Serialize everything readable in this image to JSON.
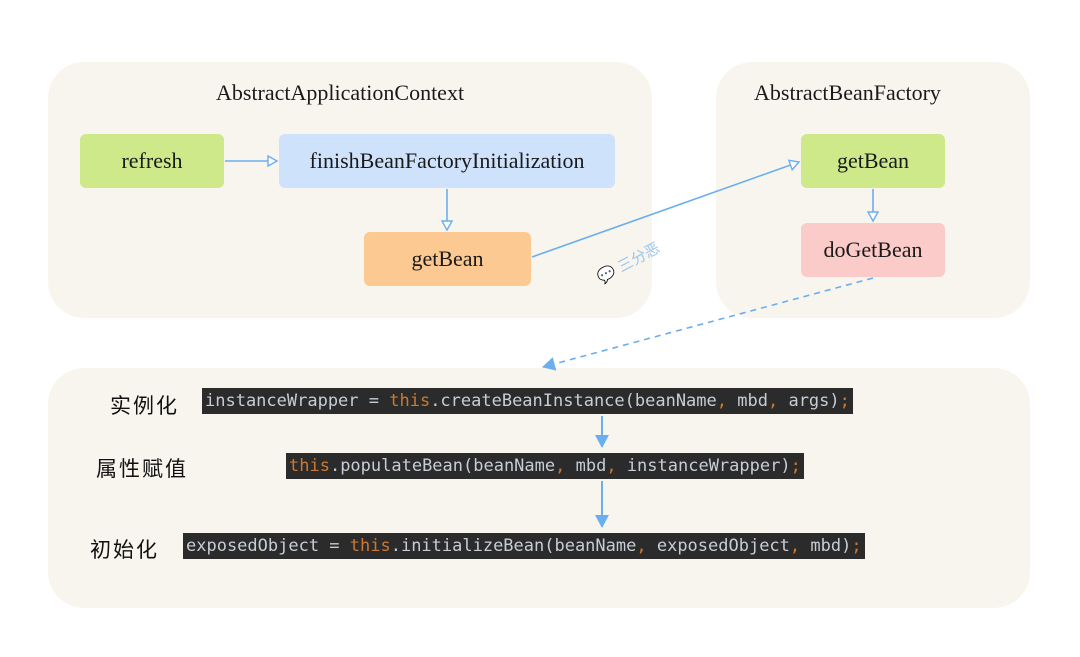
{
  "panels": {
    "app_context": {
      "title": "AbstractApplicationContext"
    },
    "bean_factory": {
      "title": "AbstractBeanFactory"
    }
  },
  "nodes": {
    "refresh": "refresh",
    "finish_init": "finishBeanFactoryInitialization",
    "get_bean_ctx": "getBean",
    "get_bean_factory": "getBean",
    "do_get_bean": "doGetBean"
  },
  "stages": {
    "instantiate": {
      "label": "实例化",
      "code": [
        {
          "t": "instanceWrapper = ",
          "k": "plain"
        },
        {
          "t": "this",
          "k": "kw"
        },
        {
          "t": ".createBeanInstance(beanName",
          "k": "plain"
        },
        {
          "t": ",",
          "k": "punc"
        },
        {
          "t": " mbd",
          "k": "plain"
        },
        {
          "t": ",",
          "k": "punc"
        },
        {
          "t": " args)",
          "k": "plain"
        },
        {
          "t": ";",
          "k": "punc"
        }
      ]
    },
    "populate": {
      "label": "属性赋值",
      "code": [
        {
          "t": "this",
          "k": "kw"
        },
        {
          "t": ".populateBean(beanName",
          "k": "plain"
        },
        {
          "t": ",",
          "k": "punc"
        },
        {
          "t": " mbd",
          "k": "plain"
        },
        {
          "t": ",",
          "k": "punc"
        },
        {
          "t": " instanceWrapper)",
          "k": "plain"
        },
        {
          "t": ";",
          "k": "punc"
        }
      ]
    },
    "initialize": {
      "label": "初始化",
      "code": [
        {
          "t": "exposedObject = ",
          "k": "plain"
        },
        {
          "t": "this",
          "k": "kw"
        },
        {
          "t": ".initializeBean(beanName",
          "k": "plain"
        },
        {
          "t": ",",
          "k": "punc"
        },
        {
          "t": " exposedObject",
          "k": "plain"
        },
        {
          "t": ",",
          "k": "punc"
        },
        {
          "t": " mbd)",
          "k": "plain"
        },
        {
          "t": ";",
          "k": "punc"
        }
      ]
    }
  },
  "watermark": "三分恶",
  "colors": {
    "green": "#cde98a",
    "blue": "#cfe2fb",
    "orange": "#fcc992",
    "pink": "#fbcbc9",
    "arrow": "#6aaef0",
    "panel": "#f8f5ee",
    "code_bg": "#2b2b2b",
    "keyword": "#cc7832"
  }
}
